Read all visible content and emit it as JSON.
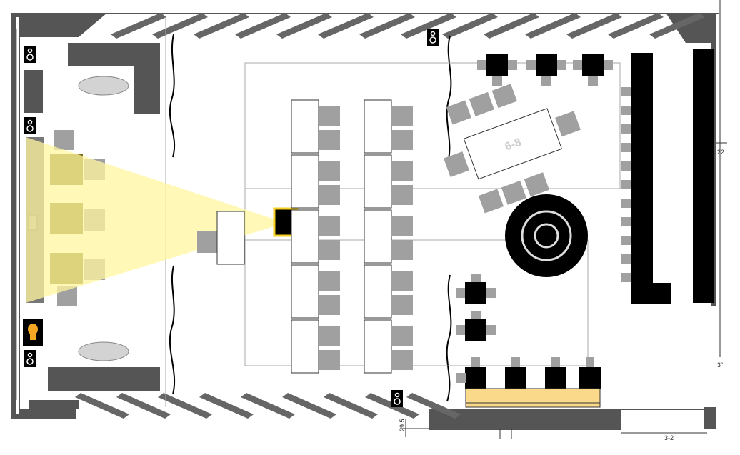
{
  "floorplan": {
    "table_label": "6-8",
    "dimension_labels": {
      "left_bottom": "29.5",
      "right_mid": "22",
      "right_low": "3°",
      "bottom_right": "3¹2"
    }
  },
  "colors": {
    "wall": "#555555",
    "chair": "#a0a0a0",
    "table": "#000000",
    "stage_fill": "#fbd98a",
    "light_beam": "#fff59e",
    "accent_light": "#f5a623"
  },
  "icons": [
    "speaker-icon",
    "light-bulb-icon",
    "round-target-icon"
  ]
}
